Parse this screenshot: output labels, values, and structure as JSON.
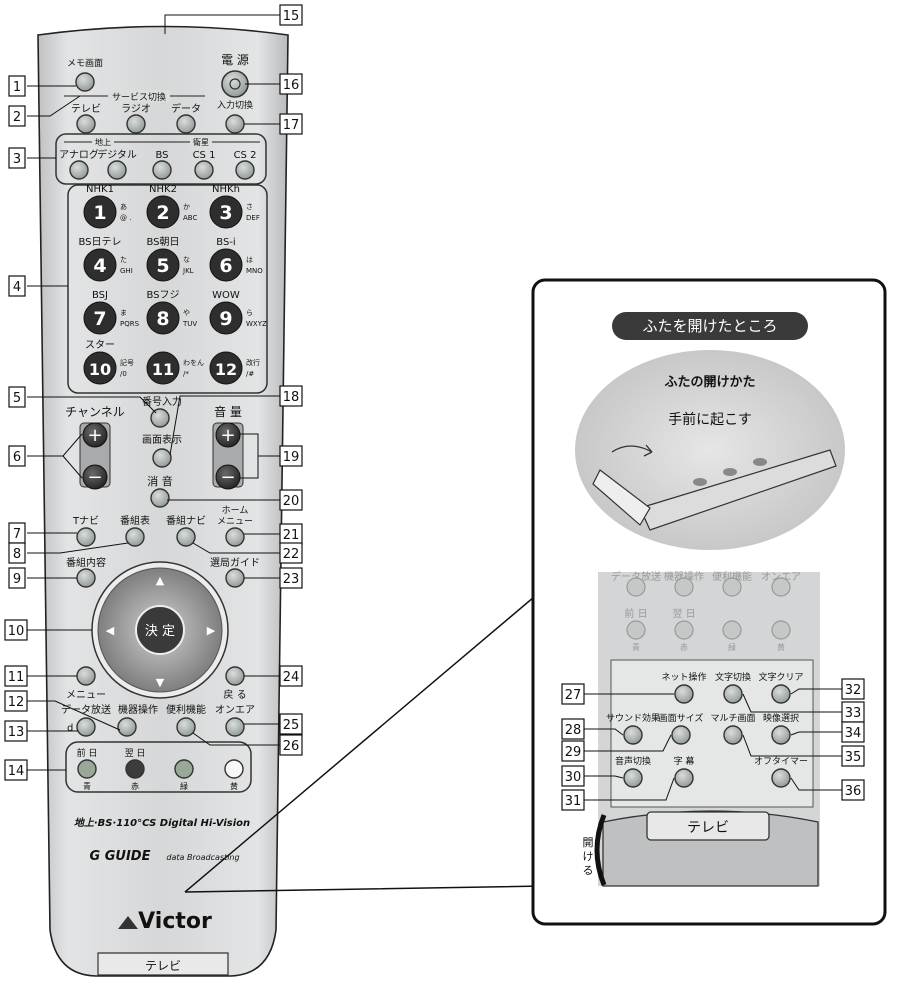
{
  "remote": {
    "memo_label": "メモ画面",
    "power_label": "電 源",
    "service_header": "サービス切換",
    "service_buttons": [
      "テレビ",
      "ラジオ",
      "データ"
    ],
    "input_label": "入力切換",
    "broadcast_groups": {
      "terrestrial": "地上",
      "satellite": "衛星"
    },
    "broadcast_buttons": [
      "アナログ",
      "デジタル",
      "BS",
      "CS 1",
      "CS 2"
    ],
    "number_keys": [
      {
        "num": "1",
        "ch": "NHK1",
        "kana": "あ",
        "sub": "@ ."
      },
      {
        "num": "2",
        "ch": "NHK2",
        "kana": "か",
        "sub": "ABC"
      },
      {
        "num": "3",
        "ch": "NHKh",
        "kana": "さ",
        "sub": "DEF"
      },
      {
        "num": "4",
        "ch": "BS日テレ",
        "kana": "た",
        "sub": "GHI"
      },
      {
        "num": "5",
        "ch": "BS朝日",
        "kana": "な",
        "sub": "JKL"
      },
      {
        "num": "6",
        "ch": "BS-i",
        "kana": "は",
        "sub": "MNO"
      },
      {
        "num": "7",
        "ch": "BSJ",
        "kana": "ま",
        "sub": "PQRS"
      },
      {
        "num": "8",
        "ch": "BSフジ",
        "kana": "や",
        "sub": "TUV"
      },
      {
        "num": "9",
        "ch": "WOW",
        "kana": "ら",
        "sub": "WXYZ"
      },
      {
        "num": "10",
        "ch": "スター",
        "kana": "記号",
        "sub": "/0"
      },
      {
        "num": "11",
        "ch": "",
        "kana": "わをん",
        "sub": "/*"
      },
      {
        "num": "12",
        "ch": "",
        "kana": "改行",
        "sub": "/#"
      }
    ],
    "number_input_label": "番号入力",
    "channel_label": "チャンネル",
    "display_label": "画面表示",
    "volume_label": "音 量",
    "mute_label": "消 音",
    "tnavi_label": "Tナビ",
    "epg_label": "番組表",
    "prog_navi_label": "番組ナビ",
    "home_menu_label": "ホーム メニュー",
    "prog_info_label": "番組内容",
    "station_guide_label": "選局ガイド",
    "enter_label": "決 定",
    "menu_label": "メニュー",
    "back_label": "戻 る",
    "device_op_label": "機器操作",
    "convenient_label": "便利機能",
    "on_air_label": "オンエア",
    "data_broadcast_label": "データ放送",
    "color_buttons": [
      {
        "top": "前 日",
        "bottom": "青",
        "color": "#9aa89a"
      },
      {
        "top": "翌 日",
        "bottom": "赤",
        "color": "#3c3c3c"
      },
      {
        "top": "",
        "bottom": "緑",
        "color": "#9aa89a"
      },
      {
        "top": "",
        "bottom": "黄",
        "color": "#f7f7f7"
      }
    ],
    "brand_line": "地上·BS·110°CS Digital Hi-Vision",
    "guide_logo": "G GUIDE",
    "data_logo": "data Broadcasting",
    "maker_logo": "Victor",
    "bottom_label": "テレビ"
  },
  "callouts_left": [
    "1",
    "2",
    "3",
    "4",
    "5",
    "6",
    "7",
    "8",
    "9",
    "10",
    "11",
    "12",
    "13",
    "14"
  ],
  "callouts_right": [
    "15",
    "16",
    "17",
    "18",
    "19",
    "20",
    "21",
    "22",
    "23",
    "24",
    "25",
    "26"
  ],
  "inset": {
    "title": "ふたを開けたところ",
    "open_heading": "ふたの開けかた",
    "open_instruction": "手前に起こす",
    "faded_buttons": [
      "データ放送",
      "機器操作",
      "便利機能",
      "オンエア"
    ],
    "faded_day_labels": [
      "前 日",
      "翌 日"
    ],
    "faded_color_labels": [
      "青",
      "赤",
      "緑",
      "黄"
    ],
    "buttons": [
      {
        "label": "ネット操作",
        "num": "27"
      },
      {
        "label": "文字切換",
        "num": "33"
      },
      {
        "label": "文字クリア",
        "num": "32"
      },
      {
        "label": "サウンド効果",
        "num": "28"
      },
      {
        "label": "画面サイズ",
        "num": "29"
      },
      {
        "label": "マルチ画面",
        "num": "35"
      },
      {
        "label": "映像選択",
        "num": "34"
      },
      {
        "label": "音声切換",
        "num": "30"
      },
      {
        "label": "字 幕",
        "num": "31"
      },
      {
        "label": "オフタイマー",
        "num": "36"
      }
    ],
    "lid_label": "テレビ",
    "open_label": "開ける"
  }
}
